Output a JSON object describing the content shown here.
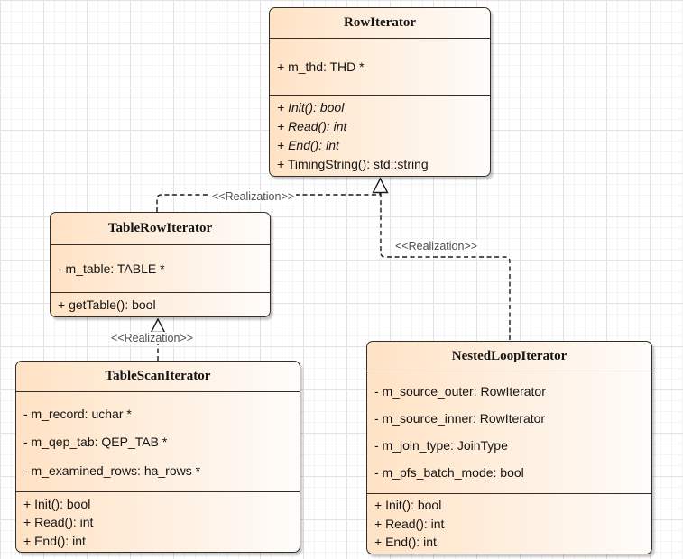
{
  "diagram": {
    "classes": [
      {
        "name": "RowIterator",
        "attributes": [
          "+ m_thd: THD *"
        ],
        "methods": [
          "+ Init(): bool",
          "+ Read(): int",
          "+ End(): int",
          "+ TimingString(): std::string"
        ]
      },
      {
        "name": "TableRowIterator",
        "attributes": [
          "- m_table: TABLE *"
        ],
        "methods": [
          "+ getTable(): bool"
        ]
      },
      {
        "name": "TableScanIterator",
        "attributes": [
          "- m_record: uchar *",
          "- m_qep_tab: QEP_TAB *",
          "- m_examined_rows: ha_rows *"
        ],
        "methods": [
          "+ Init(): bool",
          "+ Read(): int",
          "+ End(): int"
        ]
      },
      {
        "name": "NestedLoopIterator",
        "attributes": [
          "- m_source_outer: RowIterator",
          "- m_source_inner: RowIterator",
          "- m_join_type: JoinType",
          "- m_pfs_batch_mode: bool"
        ],
        "methods": [
          "+ Init(): bool",
          "+ Read(): int",
          "+ End(): int"
        ]
      }
    ],
    "relationships": [
      {
        "type": "realization",
        "from": "TableRowIterator",
        "to": "RowIterator",
        "label": "<<Realization>>"
      },
      {
        "type": "realization",
        "from": "NestedLoopIterator",
        "to": "RowIterator",
        "label": "<<Realization>>"
      },
      {
        "type": "realization",
        "from": "TableScanIterator",
        "to": "TableRowIterator",
        "label": "<<Realization>>"
      }
    ],
    "colors": {
      "node_fill_start": "#ffe2c4",
      "node_fill_end": "#fefcfa",
      "node_border": "#332e28",
      "connector": "#1a1a1a",
      "label_text": "#4d4d4d",
      "grid_major": "#e2e2e2",
      "grid_minor": "#f4f4f4"
    }
  }
}
